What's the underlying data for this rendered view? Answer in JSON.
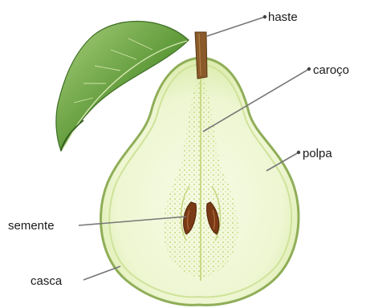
{
  "diagram": {
    "subject": "pear-cross-section",
    "labels": {
      "haste": "haste",
      "caroco": "caroço",
      "polpa": "polpa",
      "semente": "semente",
      "casca": "casca"
    },
    "colors": {
      "skin": "#b8d080",
      "skin_edge": "#8fae58",
      "flesh": "#eef6d2",
      "core": "#dfe9a8",
      "seed": "#7a3a16",
      "stem": "#8a5a2a",
      "leaf": "#5f9a3a",
      "leaf_light": "#a9cf7c"
    }
  }
}
